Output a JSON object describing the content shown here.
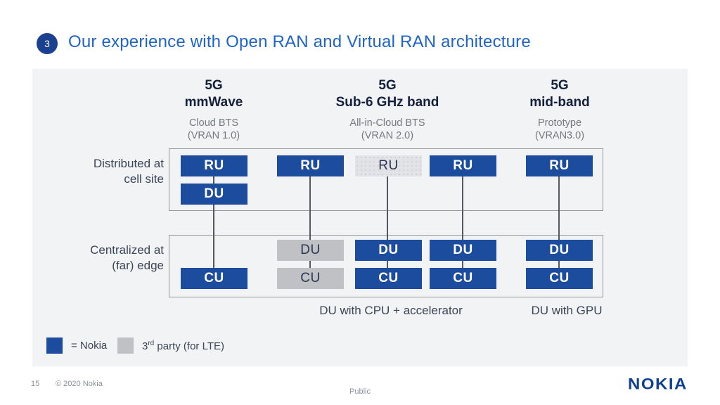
{
  "header": {
    "badge": "3",
    "title": "Our experience with Open RAN and Virtual RAN architecture"
  },
  "colors": {
    "nokia_blue": "#1B4C9E",
    "badge_blue": "#1A418F",
    "title_blue": "#1E64C8",
    "third_party_gray": "#BFC1C4",
    "third_party_light_gray": "#E1E3E6",
    "panel_bg": "#F2F3F4",
    "logo_blue": "#12418F"
  },
  "column_headers": [
    {
      "line1": "5G",
      "line2": "mmWave",
      "sub1": "Cloud BTS",
      "sub2": "(VRAN 1.0)"
    },
    {
      "line1": "5G",
      "line2": "Sub-6 GHz band",
      "sub1": "All-in-Cloud BTS",
      "sub2": "(VRAN 2.0)"
    },
    {
      "line1": "5G",
      "line2": "mid-band",
      "sub1": "Prototype",
      "sub2": "(VRAN3.0)"
    }
  ],
  "row_labels": [
    {
      "line1": "Distributed at",
      "line2": "cell site"
    },
    {
      "line1": "Centralized at",
      "line2": "(far) edge"
    }
  ],
  "diagram": {
    "columns": [
      {
        "top": [
          {
            "label": "RU"
          },
          {
            "label": "DU"
          }
        ],
        "bottom": [
          {
            "label": "CU"
          }
        ]
      },
      {
        "top": [
          {
            "label": "RU"
          }
        ],
        "bottom": [
          {
            "label": "DU"
          },
          {
            "label": "CU"
          }
        ]
      },
      {
        "top": [
          {
            "label": "RU"
          }
        ],
        "bottom": [
          {
            "label": "DU"
          },
          {
            "label": "CU"
          }
        ]
      },
      {
        "top": [
          {
            "label": "RU"
          }
        ],
        "bottom": [
          {
            "label": "DU"
          },
          {
            "label": "CU"
          }
        ]
      },
      {
        "top": [
          {
            "label": "RU"
          }
        ],
        "bottom": [
          {
            "label": "DU"
          },
          {
            "label": "CU"
          }
        ]
      }
    ],
    "annotations": [
      "DU with CPU + accelerator",
      "DU with GPU"
    ]
  },
  "legend": {
    "nokia_label": "= Nokia",
    "third_prefix": "3",
    "third_sup": "rd",
    "third_rest": " party (for LTE)"
  },
  "footer": {
    "page_number": "15",
    "copyright": "© 2020 Nokia",
    "classification": "Public",
    "logo": "NOKIA"
  }
}
